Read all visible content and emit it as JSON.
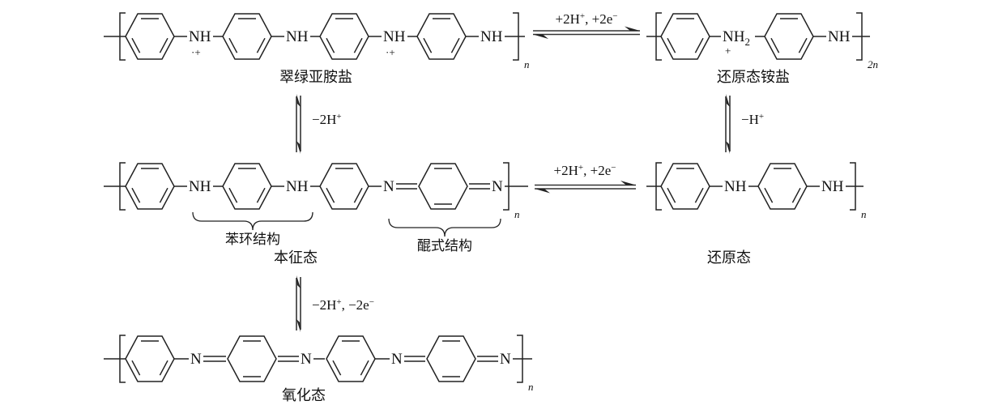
{
  "scheme": {
    "background": "#ffffff",
    "ink_color": "#222222",
    "states": {
      "emeraldine_salt": {
        "name": "翠绿亚胺盐",
        "repeat_subscript": "n"
      },
      "reduced_ammonium_salt": {
        "name": "还原态铵盐",
        "repeat_subscript": "2n"
      },
      "intrinsic": {
        "name": "本征态",
        "repeat_subscript": "n"
      },
      "reduced": {
        "name": "还原态",
        "repeat_subscript": "n"
      },
      "oxidized": {
        "name": "氧化态",
        "repeat_subscript": "n"
      }
    },
    "annotations": {
      "benzene_ring": "苯环结构",
      "quinoid_ring": "醌式结构"
    },
    "atoms": {
      "nh": "NH",
      "n": "N",
      "h_subscript": "2",
      "plus_charge": "+",
      "radical_cation": "·+"
    },
    "reactions": {
      "top_horizontal": {
        "seg1": "+2H",
        "sup1": "+",
        "seg2": ", +2e",
        "sup2": "−"
      },
      "middle_horizontal": {
        "seg1": "+2H",
        "sup1": "+",
        "seg2": ", +2e",
        "sup2": "−"
      },
      "left_vertical": {
        "seg1": "−2H",
        "sup1": "+"
      },
      "right_vertical": {
        "seg1": "−H",
        "sup1": "+"
      },
      "bottom_vertical": {
        "seg1": "−2H",
        "sup1": "+",
        "seg2": ", −2e",
        "sup2": "−"
      }
    }
  }
}
